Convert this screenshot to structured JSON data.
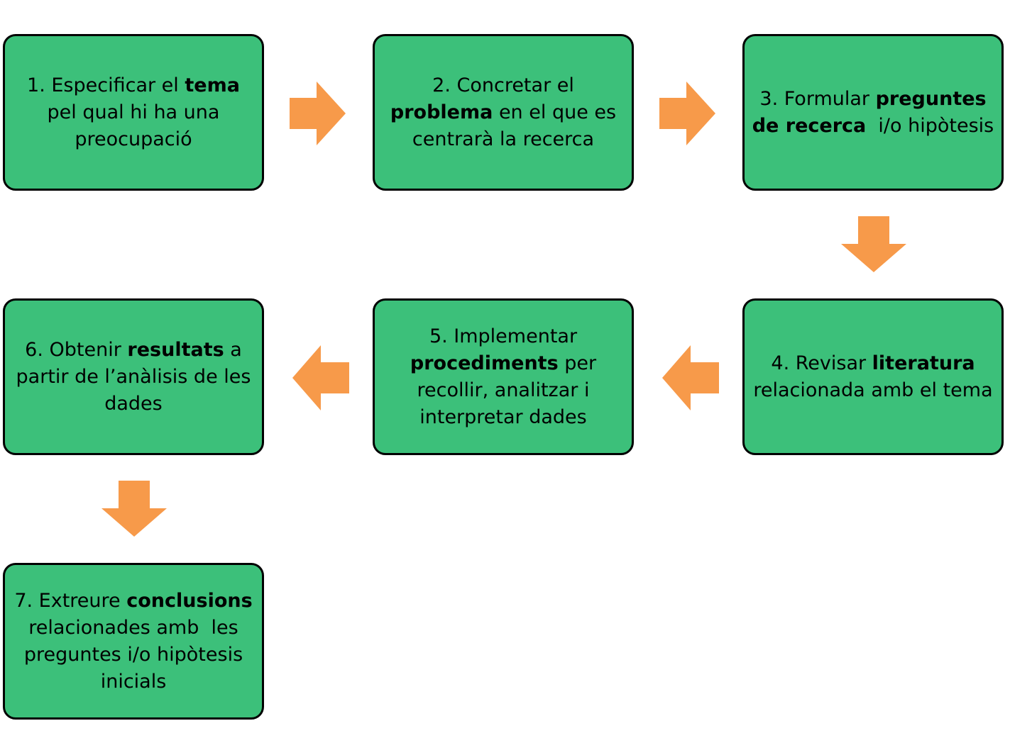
{
  "colors": {
    "box_fill": "#3cc07a",
    "box_border": "#000000",
    "arrow_fill": "#f79a4a",
    "background": "#ffffff"
  },
  "steps": [
    {
      "pre": "1. Especificar el ",
      "bold": "tema",
      "post": " pel qual hi ha una preocupació"
    },
    {
      "pre": "2. Concretar el ",
      "bold": "problema",
      "post": " en el que es centrarà la recerca"
    },
    {
      "pre": "3. Formular ",
      "bold": "preguntes de recerca",
      "post": "  i/o hipòtesis"
    },
    {
      "pre": "4. Revisar ",
      "bold": "literatura",
      "post": " relacionada amb el tema"
    },
    {
      "pre": "5. Implementar ",
      "bold": "procediments",
      "post": " per recollir, analitzar i interpretar dades"
    },
    {
      "pre": "6. Obtenir ",
      "bold": "resultats",
      "post": " a partir de l’anàlisis de les dades"
    },
    {
      "pre": "7. Extreure ",
      "bold": "conclusions",
      "post": " relacionades amb  les preguntes i/o hipòtesis inicials"
    }
  ],
  "arrows": [
    {
      "from": 1,
      "to": 2,
      "direction": "right"
    },
    {
      "from": 2,
      "to": 3,
      "direction": "right"
    },
    {
      "from": 3,
      "to": 4,
      "direction": "down"
    },
    {
      "from": 4,
      "to": 5,
      "direction": "left"
    },
    {
      "from": 5,
      "to": 6,
      "direction": "left"
    },
    {
      "from": 6,
      "to": 7,
      "direction": "down"
    }
  ]
}
